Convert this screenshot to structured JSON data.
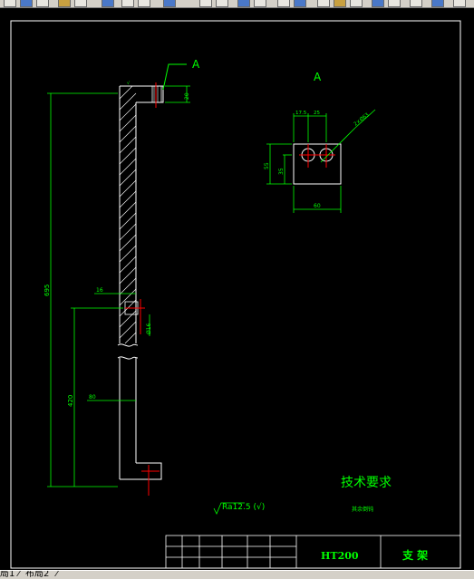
{
  "toolbar": {
    "buttons": [
      "layer-button",
      "properties-button",
      "match-button",
      "copy-button",
      "paste-button",
      "help-button",
      "zoom-button",
      "pan-button",
      "window-button",
      "previous-button",
      "extents-button",
      "realtime-button"
    ]
  },
  "drawing": {
    "section_label_main": "A",
    "section_label_view": "A",
    "dim_total_height": "695",
    "dim_lower_height": "420",
    "dim_top_thickness": "20",
    "dim_step_width": "16",
    "dim_hole_diameter": "Ø16",
    "dim_foot_width": "80",
    "dim_view_offset": "17.5",
    "dim_view_spacing": "25",
    "dim_view_hole_callout": "2×Ø63",
    "dim_view_height_outer": "55",
    "dim_view_height_inner": "35",
    "dim_view_width": "60",
    "tech_requirements_title": "技术要求",
    "tech_requirements_note": "其余倒钝",
    "surface_roughness": "Ra12.5 (√)",
    "title_material": "HT200",
    "title_part_name": "支  架"
  },
  "colors": {
    "line_white": "#ffffff",
    "line_green": "#00ff00",
    "line_red": "#ff0000",
    "line_cyan": "#00ffff",
    "line_yellow": "#ffff00",
    "background": "#000000"
  },
  "layout_tabs": {
    "tab1": "局1",
    "tab2": "布局2"
  }
}
